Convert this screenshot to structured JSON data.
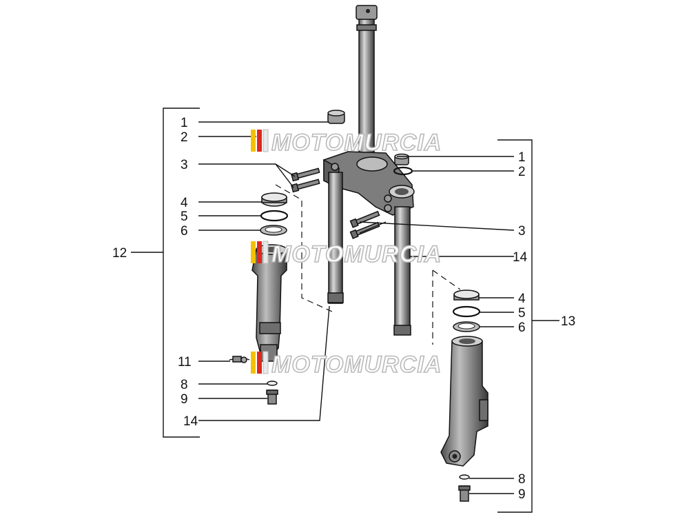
{
  "watermark": {
    "text": "MOTOMURCIA",
    "colors": [
      "#f2c200",
      "#e0281e",
      "#e8e8e8"
    ]
  },
  "colors": {
    "line": "#111111",
    "part_fill": "#8a8a8a",
    "part_dark": "#4a4a4a",
    "part_light": "#d9d9d9"
  },
  "callouts": {
    "left": [
      "1",
      "2",
      "3",
      "4",
      "5",
      "6",
      "12",
      "11",
      "8",
      "9",
      "14"
    ],
    "right": [
      "1",
      "2",
      "3",
      "14",
      "4",
      "5",
      "6",
      "13",
      "8",
      "9"
    ]
  }
}
